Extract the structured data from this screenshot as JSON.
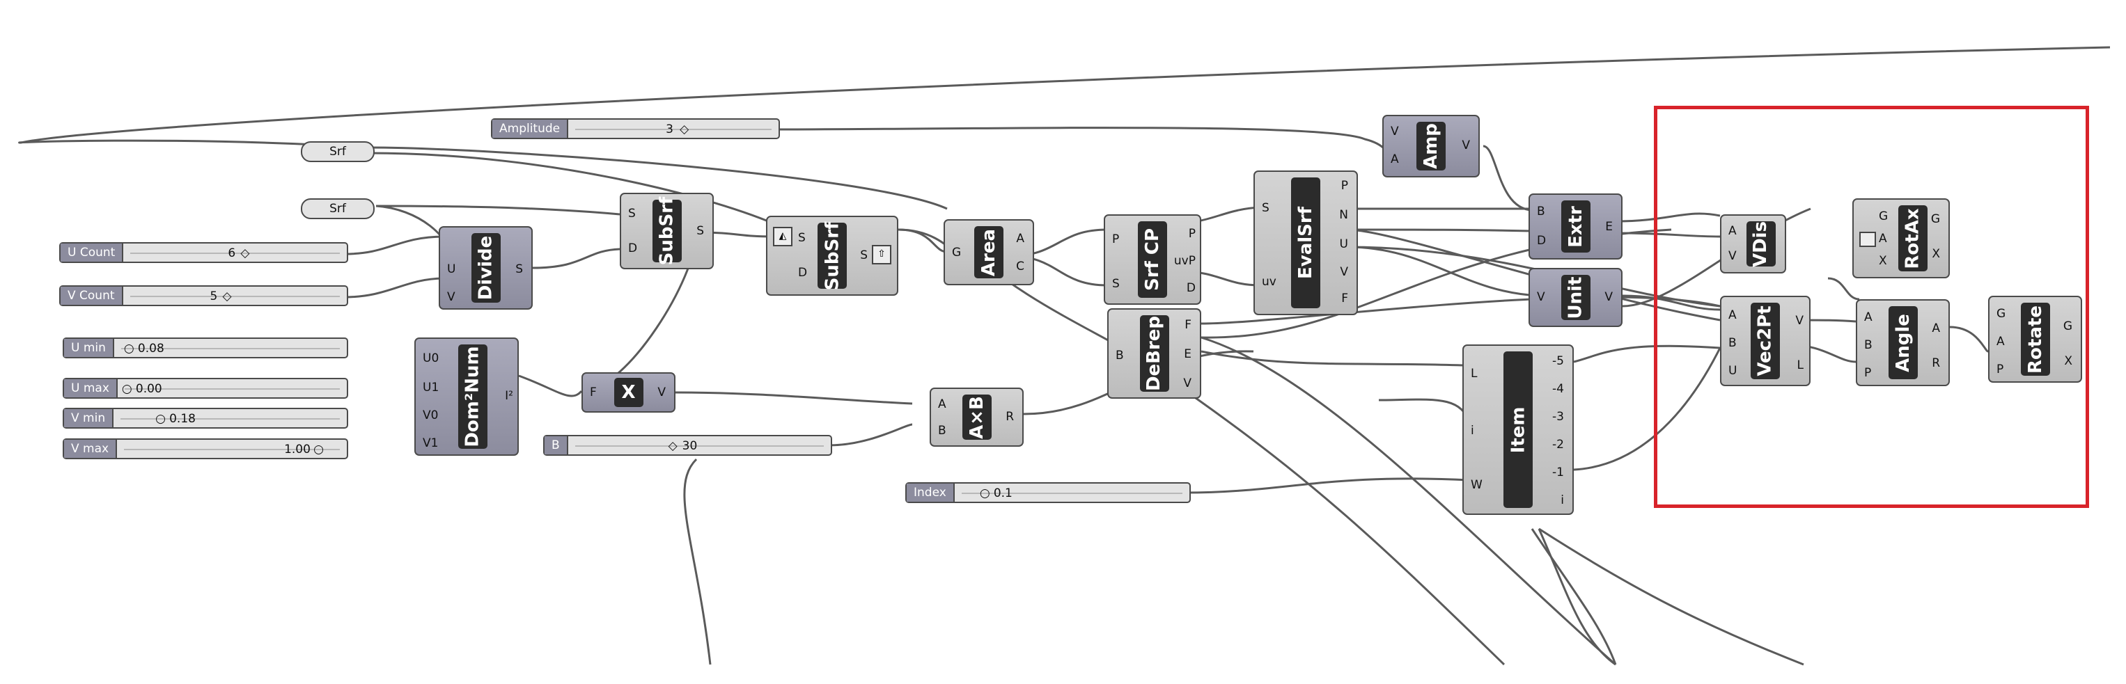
{
  "components": {
    "srf1": "Srf",
    "srf2": "Srf",
    "divide": {
      "name": "Divide",
      "inputs": [
        "",
        "U",
        "V"
      ],
      "outputs": [
        "S"
      ]
    },
    "subsrf1": {
      "name": "SubSrf",
      "inputs": [
        "S",
        "D"
      ],
      "outputs": [
        "S"
      ]
    },
    "subsrf2": {
      "name": "SubSrf",
      "inputs": [
        "S",
        "D"
      ],
      "outputs": [
        "S"
      ]
    },
    "area": {
      "name": "Area",
      "inputs": [
        "G"
      ],
      "outputs": [
        "A",
        "C"
      ]
    },
    "srfcp": {
      "name": "Srf CP",
      "inputs": [
        "P",
        "S"
      ],
      "outputs": [
        "P",
        "uvP",
        "D"
      ]
    },
    "evalsrf": {
      "name": "EvalSrf",
      "inputs": [
        "S",
        "uv"
      ],
      "outputs": [
        "P",
        "N",
        "U",
        "V",
        "F"
      ]
    },
    "amp": {
      "name": "Amp",
      "inputs": [
        "V",
        "A"
      ],
      "outputs": [
        "V"
      ]
    },
    "extr": {
      "name": "Extr",
      "inputs": [
        "B",
        "D"
      ],
      "outputs": [
        "E"
      ]
    },
    "unit": {
      "name": "Unit",
      "inputs": [
        "V"
      ],
      "outputs": [
        "V"
      ]
    },
    "vdis": {
      "name": "VDis",
      "inputs": [
        "A",
        "V"
      ],
      "outputs": []
    },
    "rotax": {
      "name": "RotAx",
      "inputs": [
        "G",
        "A",
        "X"
      ],
      "outputs": [
        "G",
        "X"
      ]
    },
    "vec2pt": {
      "name": "Vec2Pt",
      "inputs": [
        "A",
        "B",
        "U"
      ],
      "outputs": [
        "V",
        "L"
      ]
    },
    "angle": {
      "name": "Angle",
      "inputs": [
        "A",
        "B",
        "P"
      ],
      "outputs": [
        "A",
        "R"
      ]
    },
    "rotate": {
      "name": "Rotate",
      "inputs": [
        "G",
        "A",
        "P"
      ],
      "outputs": [
        "G",
        "X"
      ]
    },
    "debrep": {
      "name": "DeBrep",
      "inputs": [
        "B"
      ],
      "outputs": [
        "F",
        "E",
        "V"
      ]
    },
    "domnum": {
      "name": "Dom²Num",
      "inputs": [
        "U0",
        "U1",
        "V0",
        "V1"
      ],
      "outputs": [
        "I²"
      ]
    },
    "negx": {
      "name": "X",
      "inputs": [
        "F"
      ],
      "outputs": [
        "V"
      ]
    },
    "axb": {
      "name": "A×B",
      "inputs": [
        "A",
        "B"
      ],
      "outputs": [
        "R"
      ]
    },
    "item": {
      "name": "Item",
      "inputs": [
        "L",
        "i",
        "W"
      ],
      "outputs": [
        "-5",
        "-4",
        "-3",
        "-2",
        "-1",
        "i"
      ]
    }
  },
  "sliders": {
    "amplitude": {
      "label": "Amplitude",
      "value": "3"
    },
    "ucount": {
      "label": "U Count",
      "value": "6"
    },
    "vcount": {
      "label": "V Count",
      "value": "5"
    },
    "umin": {
      "label": "U min",
      "value": "0.08"
    },
    "umax": {
      "label": "U max",
      "value": "0.00"
    },
    "vmin": {
      "label": "V min",
      "value": "0.18"
    },
    "vmax": {
      "label": "V max",
      "value": "1.00"
    },
    "b": {
      "label": "B",
      "value": "30"
    },
    "index": {
      "label": "Index",
      "value": "0.1"
    }
  },
  "highlight_color": "#d8232a"
}
